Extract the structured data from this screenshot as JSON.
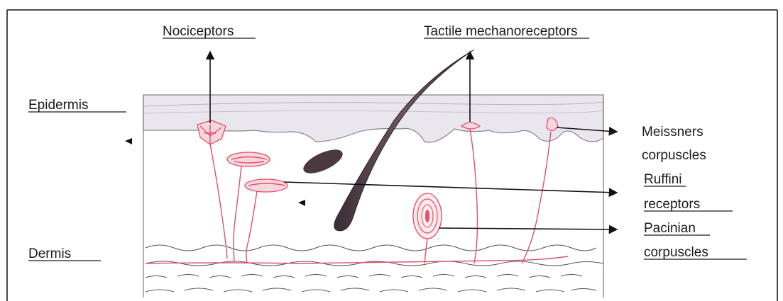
{
  "figure": {
    "labels": {
      "nociceptors": "Nociceptors",
      "tactile": "Tactile mechanoreceptors",
      "epidermis": "Epidermis",
      "dermis": "Dermis",
      "meissners_line1": "Meissners",
      "meissners_line2": "corpuscles",
      "ruffini_line1": "Ruffini",
      "ruffini_line2": "receptors",
      "pacinian_line1": "Pacinian",
      "pacinian_line2": "corpuscles"
    },
    "colors": {
      "nerve": "#e0506a",
      "hair": "#4a3a40",
      "epidermis": "#e9e6ee",
      "frame": "#111111"
    }
  }
}
